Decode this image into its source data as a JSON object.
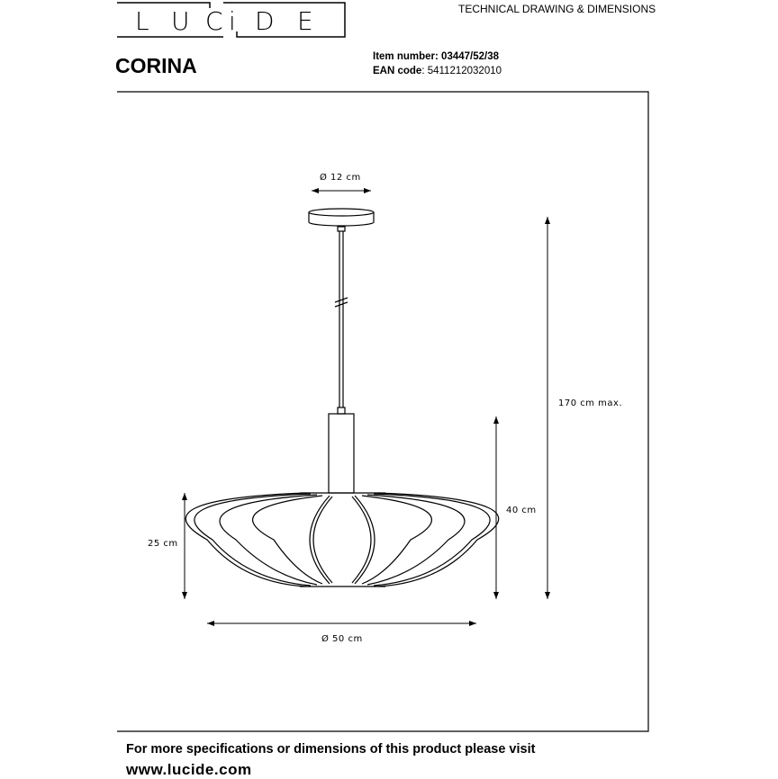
{
  "header": {
    "brand": "LUCIDE",
    "document_title": "TECHNICAL DRAWING & DIMENSIONS"
  },
  "product": {
    "name": "CORINA",
    "item_number_label": "Item number:",
    "item_number": "03447/52/38",
    "ean_label": "EAN code",
    "ean": "5411212032010"
  },
  "dimensions": {
    "canopy_diameter": "Ø 12 cm",
    "max_height": "170 cm max.",
    "lamp_height": "40 cm",
    "shade_height": "25 cm",
    "shade_diameter": "Ø 50 cm"
  },
  "footer": {
    "line1": "For more specifications or dimensions of this product please visit",
    "line2": "www.lucide.com"
  }
}
